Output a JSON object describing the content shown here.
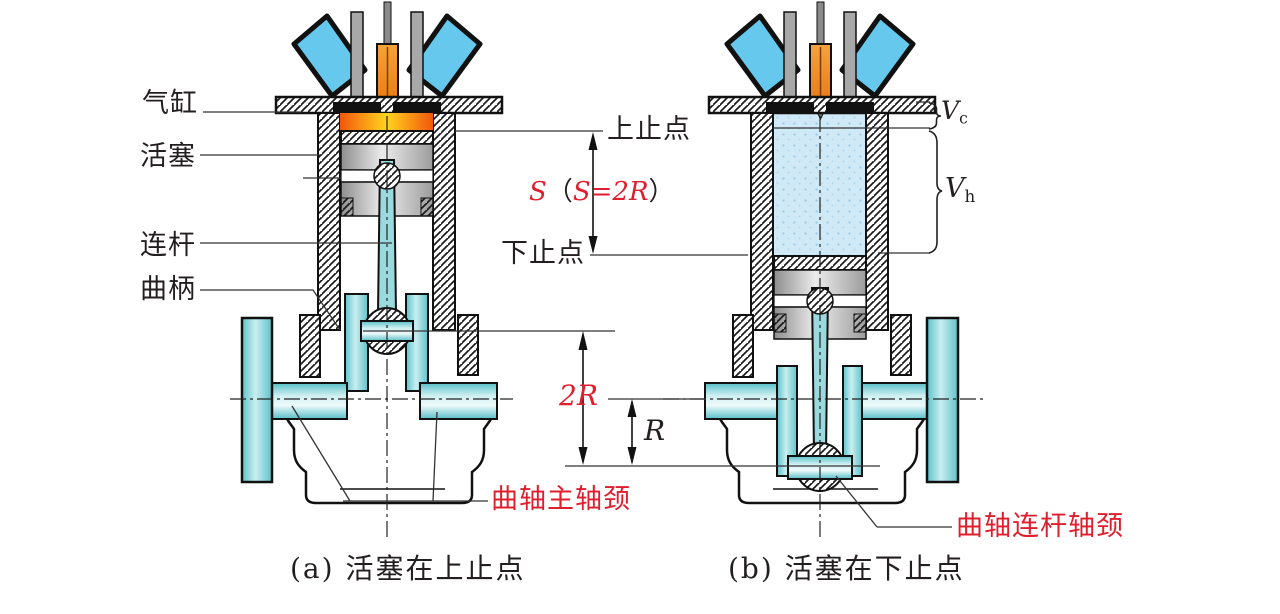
{
  "figure": {
    "type": "engine piston stroke diagram",
    "labels": {
      "cylinder": "气缸",
      "piston": "活塞",
      "connecting_rod": "连杆",
      "crank": "曲柄",
      "tdc": "上止点",
      "bdc": "下止点",
      "stroke_pre": "S",
      "stroke_open": "（",
      "stroke_body": "S=2R",
      "stroke_close": "）",
      "two_r": "2R",
      "r": "R",
      "vc_base": "V",
      "vc_sub": "c",
      "vh_base": "V",
      "vh_sub": "h",
      "main_journal": "曲轴主轴颈",
      "crankpin_journal": "曲轴连杆轴颈",
      "caption_a": "(a) 活塞在上止点",
      "caption_b": "(b) 活塞在下止点"
    }
  },
  "colors": {
    "red": "#de1f2d",
    "ink": "#231f20",
    "teal": "#8fd6d8",
    "port_blue": "#66c8ec",
    "charge_blue": "#cfe9f7",
    "plug_orange": "#ef8618",
    "flame_orange": "#f2570c",
    "flame_yellow": "#ffd41e"
  }
}
